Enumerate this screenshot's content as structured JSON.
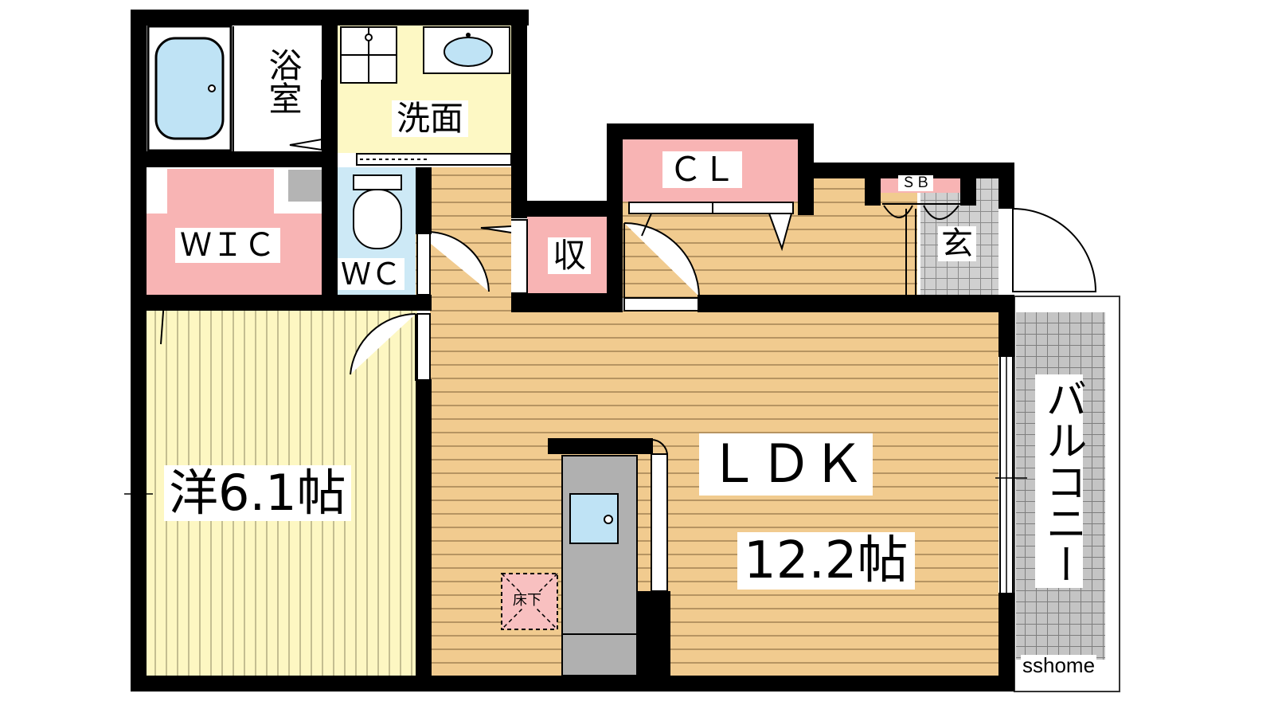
{
  "rooms": {
    "bath": "浴室",
    "washroom": "洗面",
    "wic": "ＷＩＣ",
    "wc": "ＷＣ",
    "closet": "ＣＬ",
    "storage": "収",
    "shoe_box": "ＳＢ",
    "entrance": "玄",
    "western_room": "洋6.1帖",
    "ldk": "ＬＤＫ",
    "ldk_size": "12.2帖",
    "balcony": "バルコニー",
    "underfloor": "床下"
  },
  "watermark": "sshome",
  "colors": {
    "wood_floor": "#f1cb8f",
    "western_floor": "#fdf7c2",
    "washroom_floor": "#fdf8c4",
    "storage_pink": "#f8b4b4",
    "water_blue": "#cde9f6",
    "entrance_tile": "#d0d0d0",
    "kitchen_gray": "#b0b0b0",
    "wall": "#000000"
  }
}
